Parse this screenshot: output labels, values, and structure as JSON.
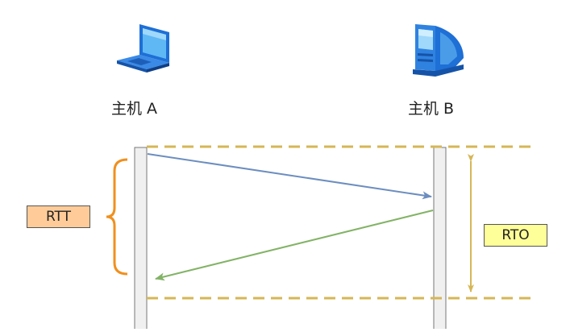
{
  "hosts": {
    "a": {
      "label": "主机 A",
      "icon": "laptop-icon"
    },
    "b": {
      "label": "主机 B",
      "icon": "desktop-computer-icon"
    }
  },
  "annotations": {
    "rtt": {
      "label": "RTT",
      "fill": "#ffcc99",
      "bracket_color": "#f0901e"
    },
    "rto": {
      "label": "RTO",
      "fill": "#ffff99",
      "arrow_color": "#d6b656"
    }
  },
  "colors": {
    "lifeline": "#f0f0f0",
    "lifeline_border": "#777777",
    "timeout_line": "#d6b656",
    "send_arrow": "#6c8ebf",
    "ack_arrow": "#82b366"
  },
  "messages": [
    {
      "from": "a",
      "to": "b",
      "kind": "send"
    },
    {
      "from": "b",
      "to": "a",
      "kind": "ack"
    }
  ]
}
